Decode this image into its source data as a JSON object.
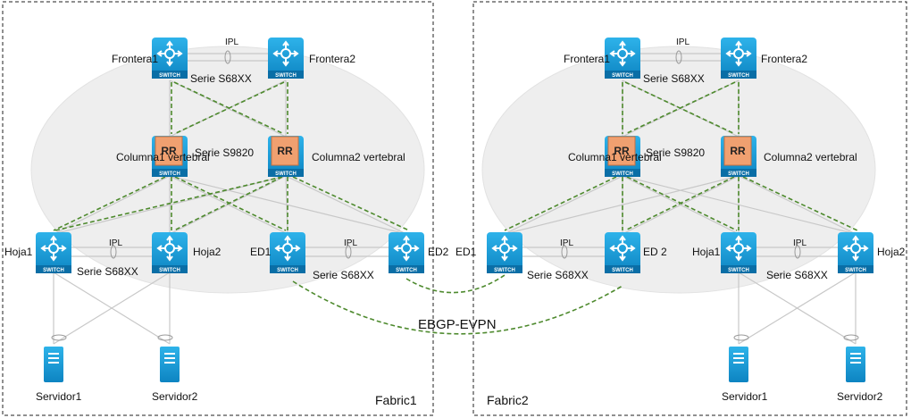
{
  "fabrics": [
    {
      "name": "Fabric1",
      "frontera_1": "Frontera1",
      "frontera_2": "Frontera2",
      "frontera_series": "Serie S68XX",
      "ipl_top": "IPL",
      "rr_label": "RR",
      "spine_series": "Serie S9820",
      "columna_1": "Columna1 vertebral",
      "columna_2": "Columna2 vertebral",
      "hoja_1": "Hoja1",
      "hoja_2": "Hoja2",
      "ed_1": "ED1",
      "ed_2": "ED2",
      "ipl_left": "IPL",
      "ipl_right": "IPL",
      "leaf_series_left": "Serie S68XX",
      "leaf_series_right": "Serie S68XX",
      "servidor_1": "Servidor1",
      "servidor_2": "Servidor2"
    },
    {
      "name": "Fabric2",
      "frontera_1": "Frontera1",
      "frontera_2": "Frontera2",
      "frontera_series": "Serie S68XX",
      "ipl_top": "IPL",
      "rr_label": "RR",
      "spine_series": "Serie S9820",
      "columna_1": "Columna1 vertebral",
      "columna_2": "Columna2 vertebral",
      "ed_1": "ED1",
      "ed_2": "ED 2",
      "hoja_1": "Hoja1",
      "hoja_2": "Hoja2",
      "ipl_left": "IPL",
      "ipl_right": "IPL",
      "leaf_series_left": "Serie S68XX",
      "leaf_series_right": "Serie S68XX",
      "servidor_1": "Servidor1",
      "servidor_2": "Servidor2"
    }
  ],
  "switch_label": "SWITCH",
  "interconnect": "EBGP-EVPN",
  "colors": {
    "switch_blue": "#1a9ad6",
    "rr_orange": "#f0a070",
    "dashed_green": "#4e8a2e",
    "grey_line": "#c8c8c8",
    "fabric_bg": "#eeeeee"
  },
  "icons": [
    "switch-icon",
    "route-reflector-icon",
    "server-icon"
  ]
}
